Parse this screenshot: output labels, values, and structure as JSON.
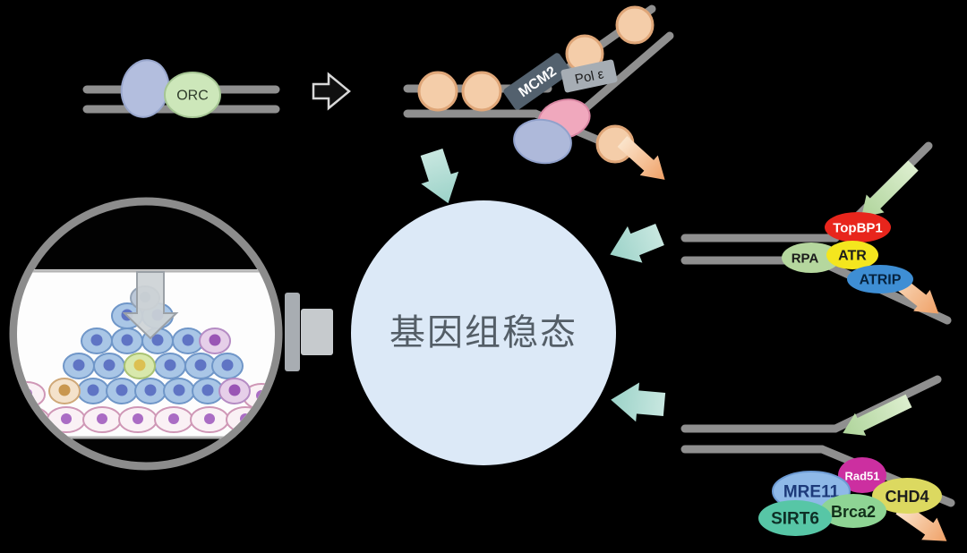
{
  "center": {
    "label": "基因组稳态"
  },
  "proteins": {
    "orc": {
      "label": "ORC",
      "color": "#cde7ba",
      "text_color": "#2e3b2a"
    },
    "mcm2": {
      "label": "MCM2",
      "color": "#53616e",
      "text_color": "#ffffff"
    },
    "pol_epsilon": {
      "label": "Pol ε",
      "color": "#a6adb4",
      "text_color": "#1c1c1c"
    },
    "topbp1": {
      "label": "TopBP1",
      "color": "#e8251c",
      "text_color": "#ffffff"
    },
    "atr": {
      "label": "ATR",
      "color": "#f4e61e",
      "text_color": "#1c1c1c"
    },
    "rpa": {
      "label": "RPA",
      "color": "#b5d79e",
      "text_color": "#1c1c1c"
    },
    "atrip": {
      "label": "ATRIP",
      "color": "#3e8ed4",
      "text_color": "#06233f"
    },
    "rad51": {
      "label": "Rad51",
      "color": "#cc2fa0",
      "text_color": "#ffffff"
    },
    "mre11": {
      "label": "MRE11",
      "color": "#8fb9e8",
      "text_color": "#1d3a7a"
    },
    "chd4": {
      "label": "CHD4",
      "color": "#dcd960",
      "text_color": "#1c1c1c"
    },
    "brca2": {
      "label": "Brca2",
      "color": "#8ed494",
      "text_color": "#12301a"
    },
    "sirt6": {
      "label": "SIRT6",
      "color": "#57c6a6",
      "text_color": "#0e2f26"
    }
  },
  "colors": {
    "background": "#000000",
    "dna_strand": "#8f8f8f",
    "center_circle_fill": "#dce9f7",
    "center_text_color": "#545e67",
    "teal_arrow": "#aedcd3",
    "green_arrow": "#c0e0ae",
    "orange_arrow_start": "#fbe4cb",
    "orange_arrow_end": "#efa066",
    "nucleosome_fill": "#f4cda9",
    "nucleosome_stroke": "#dfa678"
  }
}
